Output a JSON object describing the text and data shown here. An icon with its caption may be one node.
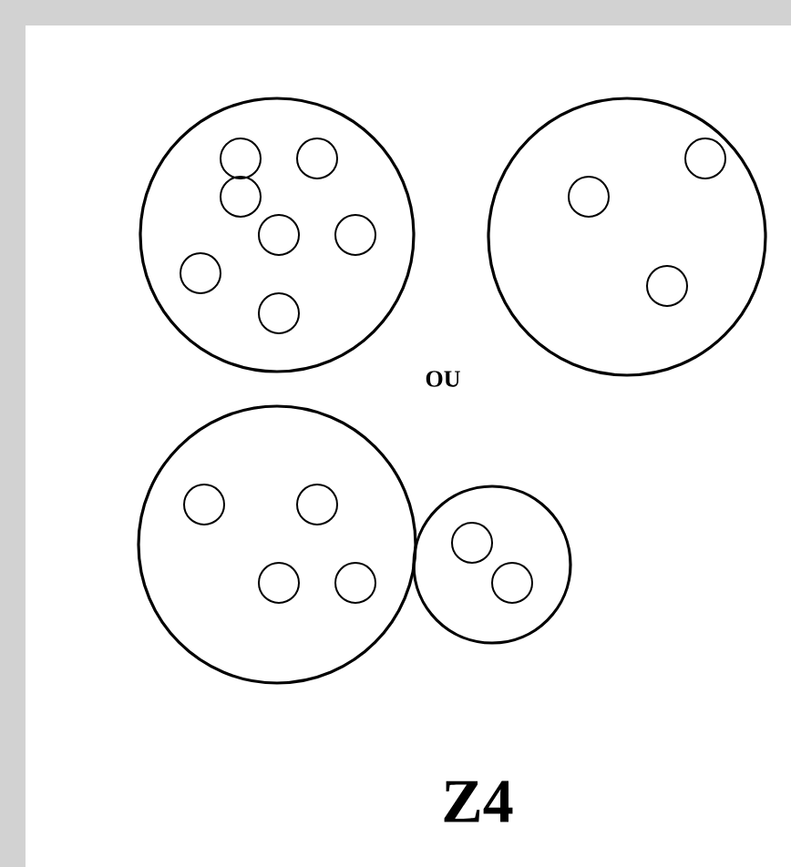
{
  "diagram": {
    "nodes": [
      {
        "text": [],
        "shape": "circle"
      },
      {
        "text": [],
        "shape": "circle",
        "in": 0
      },
      {
        "text": [],
        "shape": "circle",
        "in": 0
      },
      {
        "text": [],
        "shape": "circle",
        "in": 0
      },
      {
        "text": [],
        "shape": "circle",
        "in": 0
      },
      {
        "text": [],
        "shape": "circle",
        "in": 0
      },
      {
        "text": [],
        "shape": "circle",
        "in": 0
      },
      {
        "text": [],
        "shape": "circle",
        "in": 0
      },
      {
        "text": [],
        "shape": "circle"
      },
      {
        "text": [],
        "shape": "circle",
        "in": 8
      },
      {
        "text": [],
        "shape": "circle",
        "in": 8
      },
      {
        "text": [],
        "shape": "circle",
        "in": 8
      },
      {
        "text": [],
        "shape": "circle"
      },
      {
        "text": [],
        "shape": "circle",
        "in": 12
      },
      {
        "text": [],
        "shape": "circle",
        "in": 12
      },
      {
        "text": [],
        "shape": "circle",
        "in": 12
      },
      {
        "text": [],
        "shape": "circle",
        "in": 12
      },
      {
        "text": [],
        "shape": "circle"
      },
      {
        "text": [],
        "shape": "circle",
        "in": 17
      },
      {
        "text": [],
        "shape": "circle",
        "in": 17
      }
    ],
    "labels": [
      "OU",
      "Z4"
    ]
  }
}
